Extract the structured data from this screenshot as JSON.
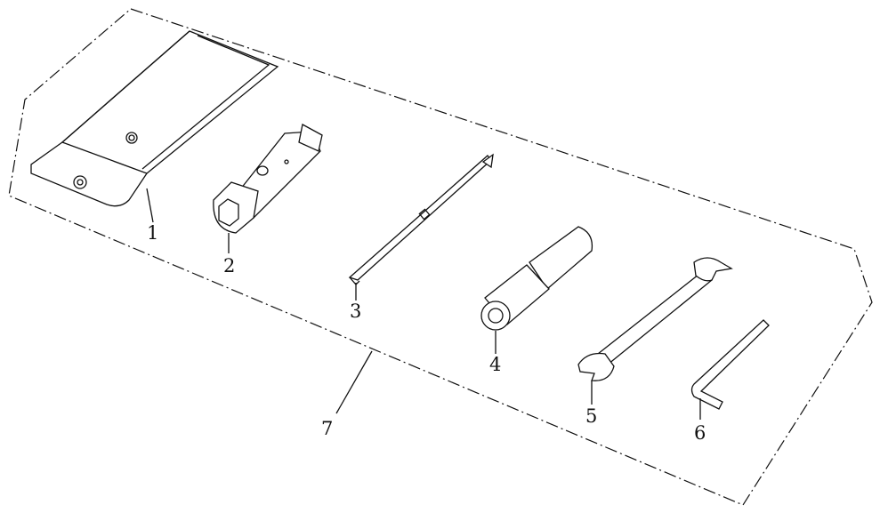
{
  "labels": {
    "p1": "1",
    "p2": "2",
    "p3": "3",
    "p4": "4",
    "p5": "5",
    "p6": "6",
    "p7": "7"
  }
}
